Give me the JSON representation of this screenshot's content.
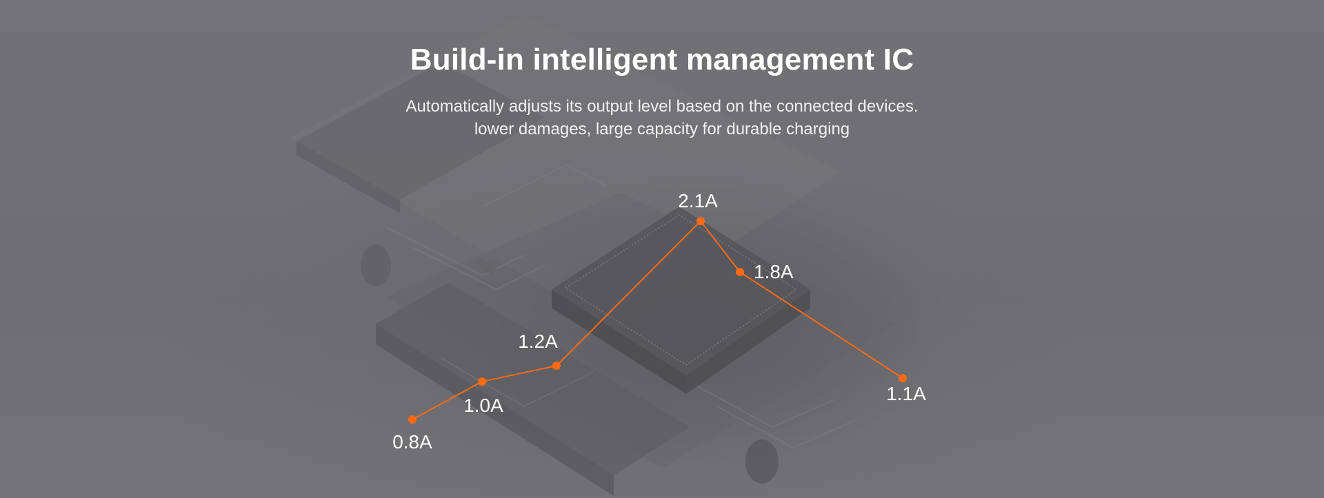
{
  "headline": "Build-in intelligent management IC",
  "subtext": {
    "line1": "Automatically adjusts its output level based on the connected devices.",
    "line2": "lower damages, large capacity for durable charging"
  },
  "colors": {
    "accent": "#ff6a13",
    "background": "#6f6f72",
    "text": "#ffffff"
  },
  "chart_data": {
    "type": "line",
    "title": "",
    "xlabel": "",
    "ylabel": "",
    "unit": "A",
    "grid": false,
    "ylim": [
      0,
      2.5
    ],
    "points": [
      {
        "label": "0.8A",
        "value": 0.8
      },
      {
        "label": "1.0A",
        "value": 1.0
      },
      {
        "label": "1.2A",
        "value": 1.2
      },
      {
        "label": "2.1A",
        "value": 2.1
      },
      {
        "label": "1.8A",
        "value": 1.8
      },
      {
        "label": "1.1A",
        "value": 1.1
      }
    ]
  }
}
